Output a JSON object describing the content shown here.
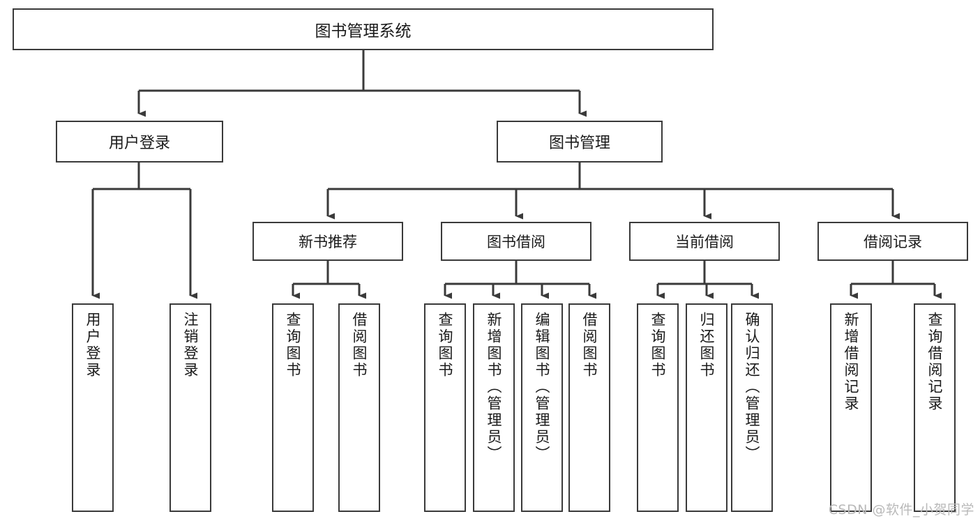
{
  "diagram": {
    "title": "图书管理系统",
    "type": "tree-hierarchy-chart",
    "watermark": "CSDN @软件_小贺同学",
    "colors": {
      "box_border": "#3a3a3a",
      "box_fill": "#ffffff",
      "edge": "#3a3a3a",
      "text": "#1a1a1a",
      "watermark": "#b9b9b9",
      "background": "#ffffff"
    },
    "root": {
      "label": "图书管理系统"
    },
    "level2": [
      {
        "label": "用户登录"
      },
      {
        "label": "图书管理"
      }
    ],
    "level3": [
      {
        "label": "新书推荐"
      },
      {
        "label": "图书借阅"
      },
      {
        "label": "当前借阅"
      },
      {
        "label": "借阅记录"
      }
    ],
    "leaves": {
      "user_login": [
        {
          "label": "用户登录"
        },
        {
          "label": "注销登录"
        }
      ],
      "new_book_recommend": [
        {
          "label": "查询图书"
        },
        {
          "label": "借阅图书"
        }
      ],
      "book_borrow": [
        {
          "label": "查询图书"
        },
        {
          "label": "新增图书（管理员）"
        },
        {
          "label": "编辑图书（管理员）"
        },
        {
          "label": "借阅图书"
        }
      ],
      "current_borrow": [
        {
          "label": "查询图书"
        },
        {
          "label": "归还图书"
        },
        {
          "label": "确认归还（管理员）"
        }
      ],
      "borrow_record": [
        {
          "label": "新增借阅记录"
        },
        {
          "label": "查询借阅记录"
        }
      ]
    }
  }
}
